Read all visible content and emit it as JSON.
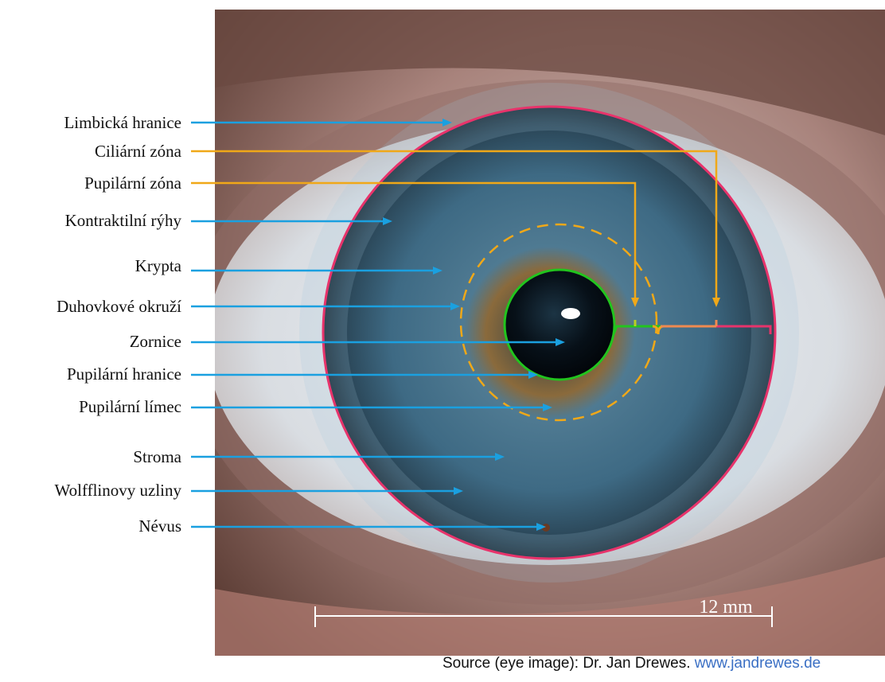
{
  "labels": {
    "limbic_border": "Limbická hranice",
    "ciliary_zone": "Ciliární zóna",
    "pupillary_zone": "Pupilární zóna",
    "contraction_furrows": "Kontraktilní rýhy",
    "crypt": "Krypta",
    "collarette": "Duhovkové okruží",
    "pupil": "Zornice",
    "pupillary_border": "Pupilární hranice",
    "pupillary_ruff": "Pupilární límec",
    "stroma": "Stroma",
    "wolfflin_nodules": "Wolfflinovy uzliny",
    "nevus": "Névus"
  },
  "scale_bar": {
    "label": "12 mm"
  },
  "source": {
    "prefix": "Source (eye image): Dr. Jan Drewes.",
    "link": "www.jandrewes.de"
  },
  "colors": {
    "limbic_circle": "#e8336b",
    "pupil_circle": "#22c41e",
    "collarette_dash": "#f0a818",
    "pointer_blue": "#1aa0e0",
    "pointer_orange": "#f0a818",
    "iris_blue": "#3f6f8c"
  }
}
